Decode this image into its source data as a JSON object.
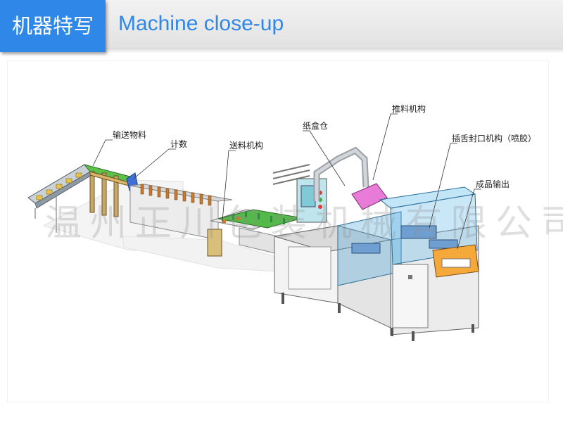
{
  "header": {
    "tag_label": "机器特写",
    "title": "Machine close-up",
    "accent_color": "#2f87e8"
  },
  "figure": {
    "labels": {
      "feeding_material": "输送物料",
      "counting": "计数",
      "feeding_mechanism": "送料机构",
      "carton_magazine": "纸盒仓",
      "pushing_mechanism": "推料机构",
      "tuck_sealing": "插舌封口机构（喷胶）",
      "product_output": "成品输出"
    },
    "watermark": "温州正川包装机械有限公司"
  }
}
